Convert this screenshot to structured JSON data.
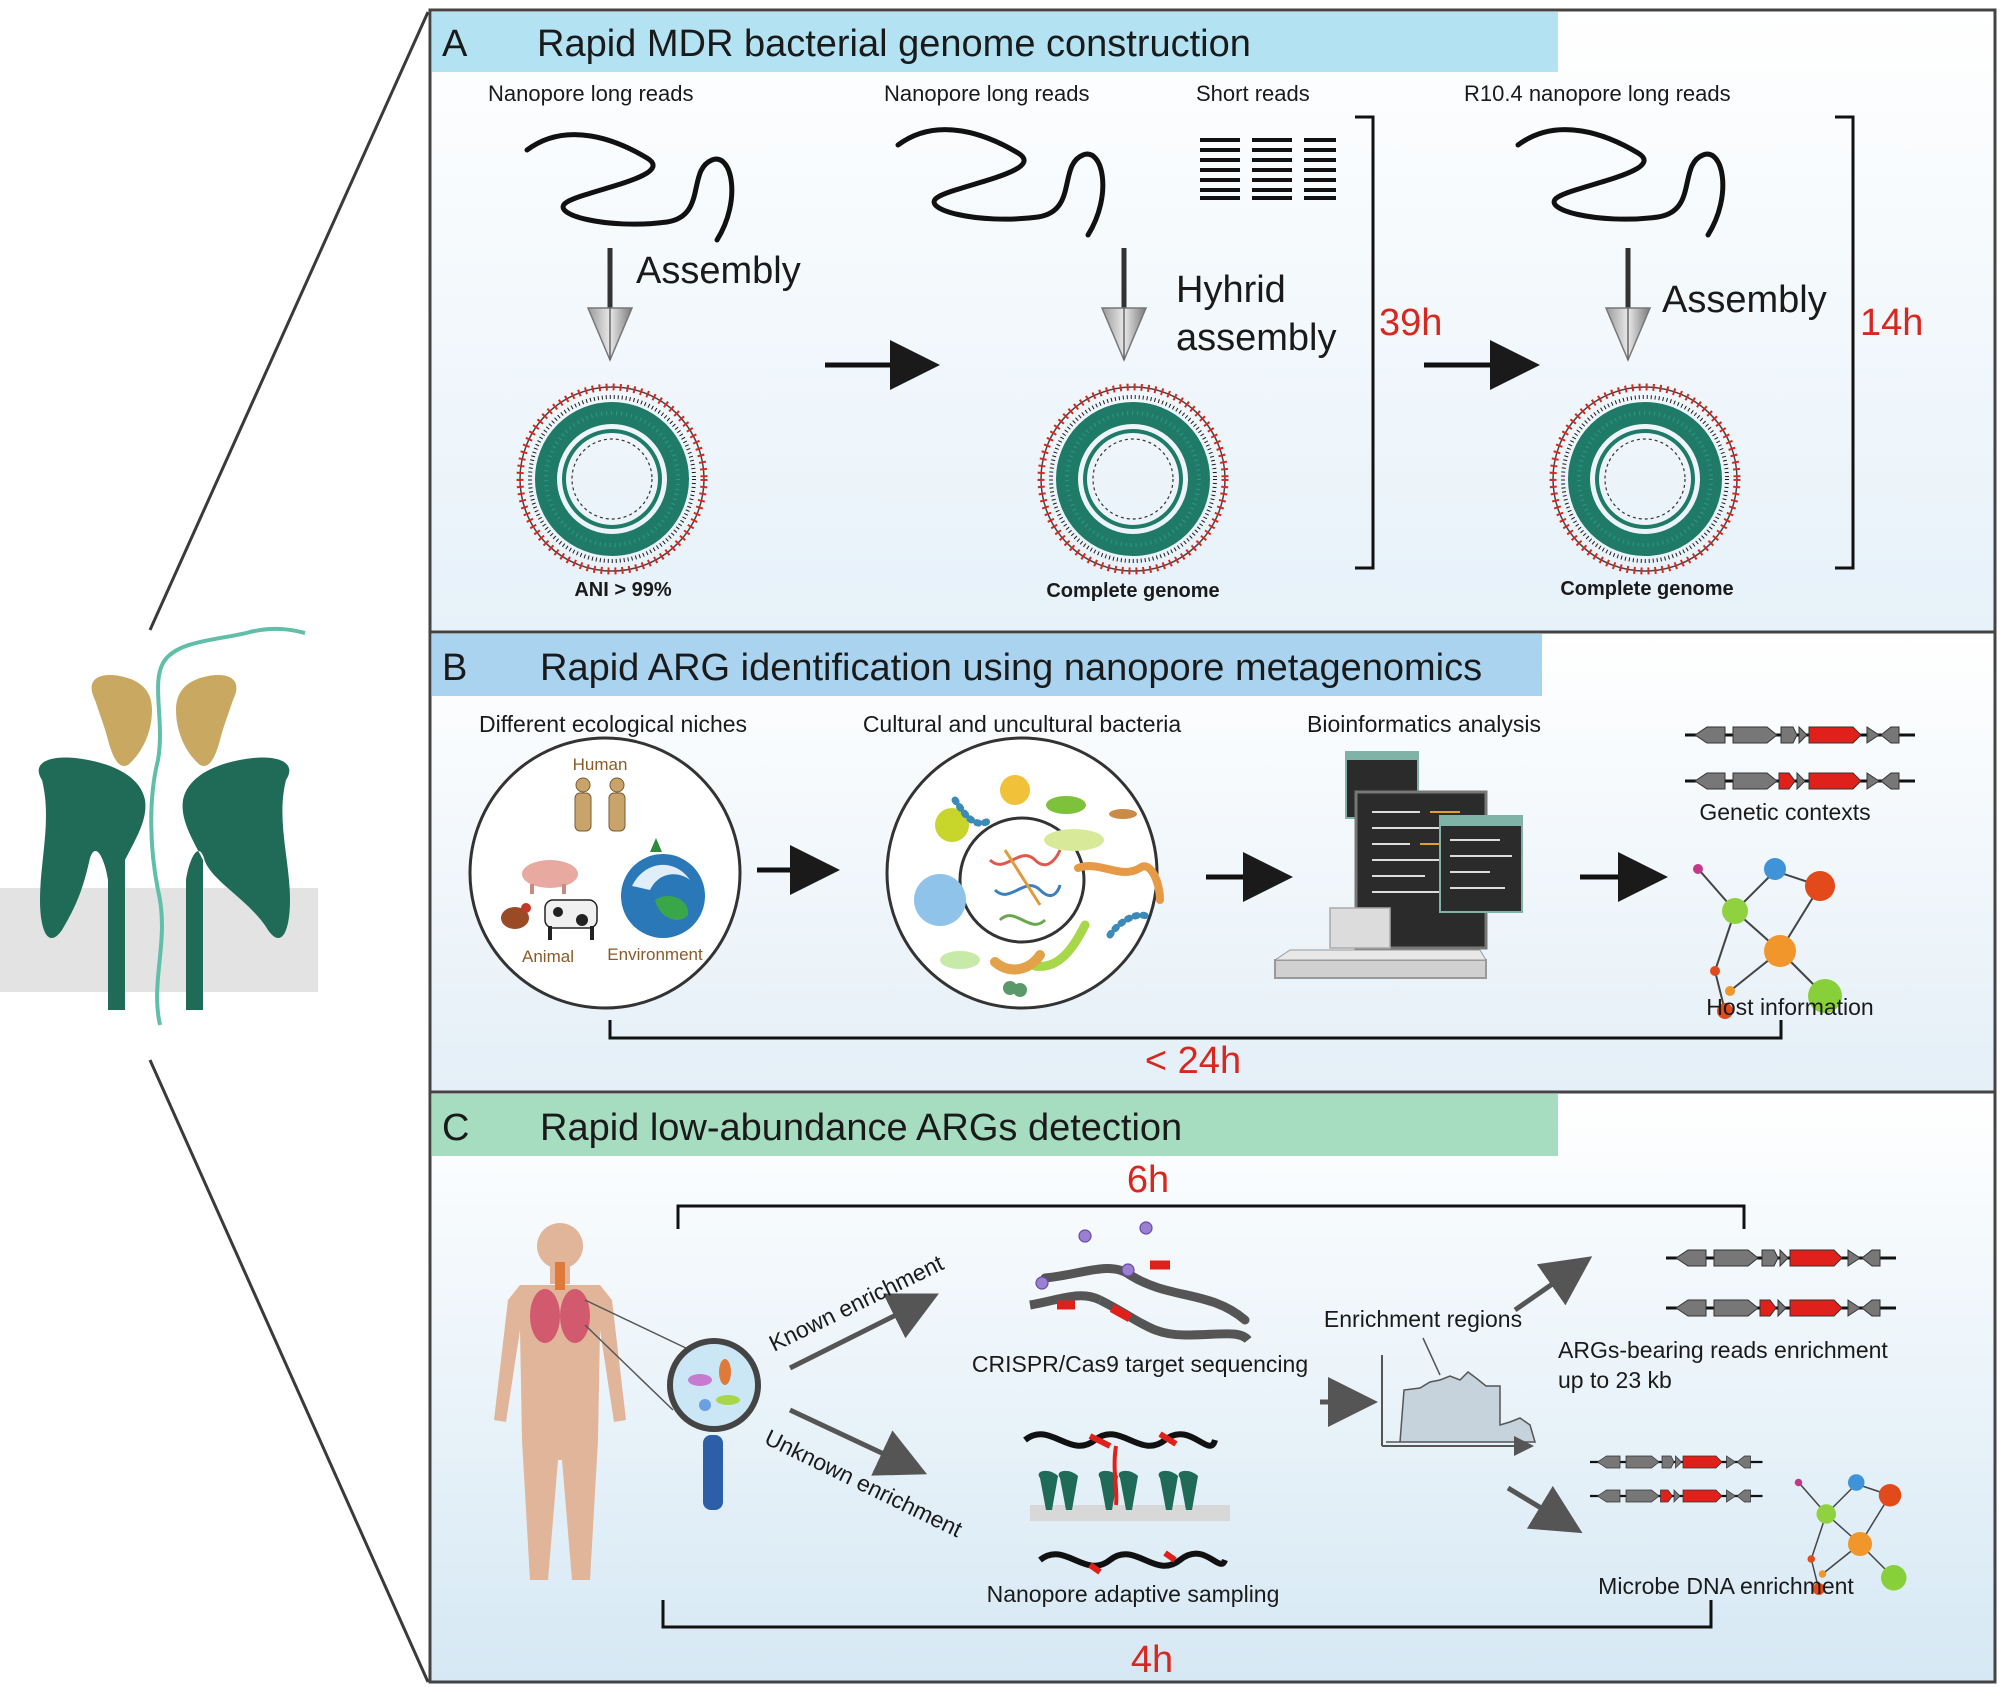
{
  "panel_a": {
    "letter": "A",
    "title": "Rapid MDR bacterial genome construction",
    "reads1": "Nanopore long reads",
    "reads2": "Nanopore long reads",
    "short_reads": "Short reads",
    "reads3": "R10.4 nanopore long reads",
    "assembly1": "Assembly",
    "hybrid_line1": "Hyhrid",
    "hybrid_line2": "assembly",
    "assembly3": "Assembly",
    "time1": "39h",
    "time2": "14h",
    "caption1": "ANI > 99%",
    "caption2": "Complete genome",
    "caption3": "Complete genome",
    "colors": {
      "header": "#b3e2f2",
      "genome_ring": "#1f7a68",
      "accent_red": "#d8271e"
    }
  },
  "panel_b": {
    "letter": "B",
    "title": "Rapid ARG identification using nanopore metagenomics",
    "step1": "Different ecological niches",
    "step2": "Cultural and uncultural bacteria",
    "step3": "Bioinformatics analysis",
    "niche_human": "Human",
    "niche_animal": "Animal",
    "niche_env": "Environment",
    "genetic_contexts": "Genetic contexts",
    "host_info": "Host information",
    "time": "< 24h",
    "colors": {
      "header": "#a9d3ee"
    }
  },
  "panel_c": {
    "letter": "C",
    "title": "Rapid low-abundance ARGs detection",
    "time_top": "6h",
    "time_bottom": "4h",
    "known": "Known enrichment",
    "unknown": "Unknown enrichment",
    "crispr": "CRISPR/Cas9 target sequencing",
    "enrichment_regions": "Enrichment regions",
    "args_line1": "ARGs-bearing reads enrichment",
    "args_line2": "up to 23 kb",
    "adaptive": "Nanopore adaptive sampling",
    "microbe": "Microbe DNA enrichment",
    "colors": {
      "header": "#a6dcc0"
    }
  }
}
